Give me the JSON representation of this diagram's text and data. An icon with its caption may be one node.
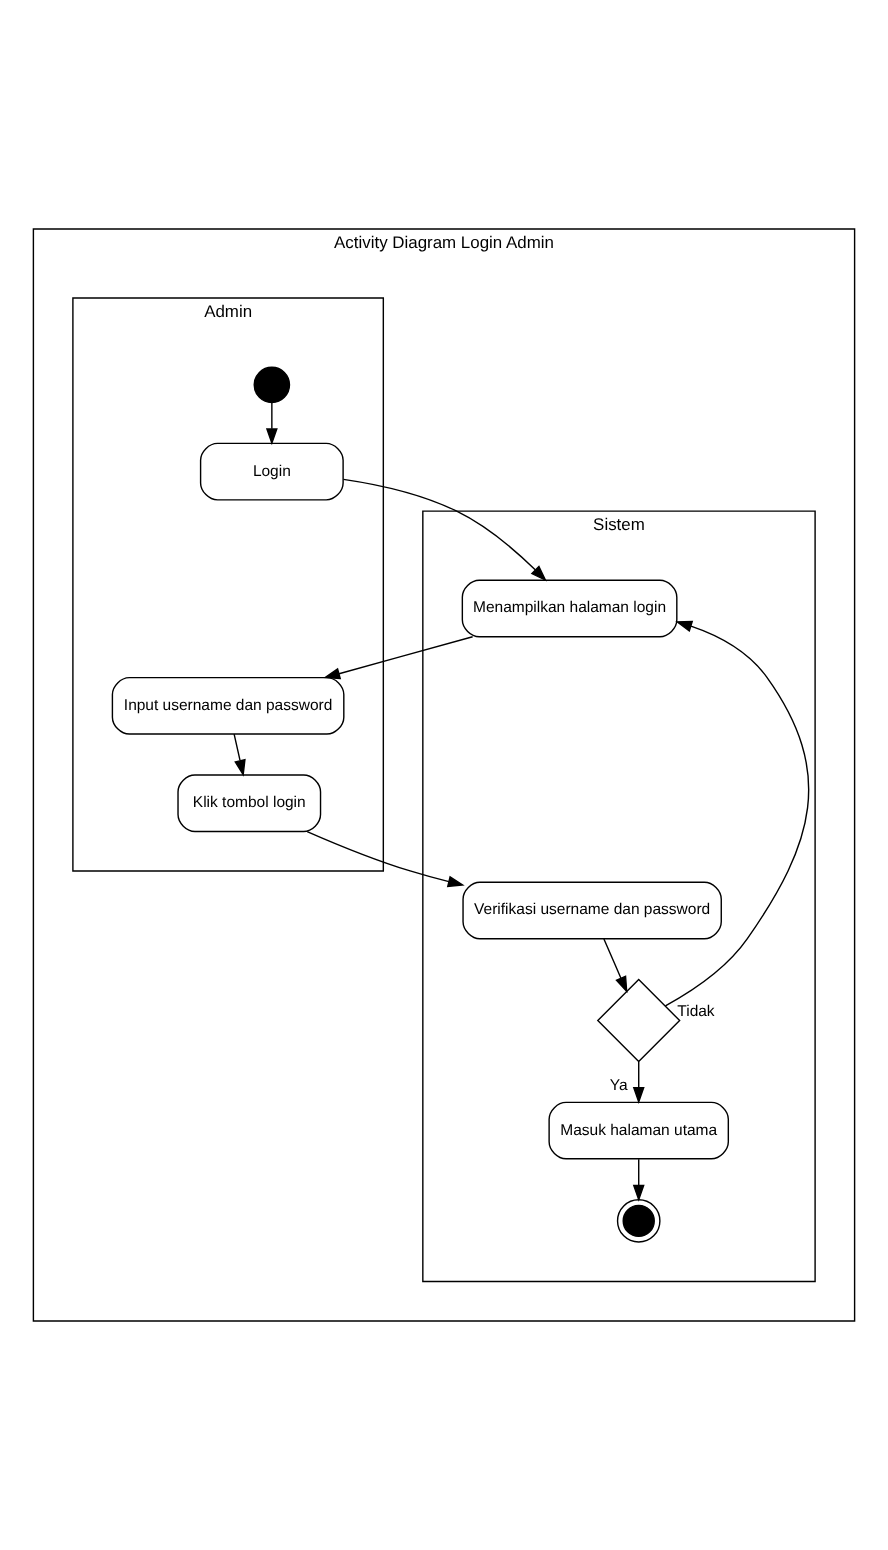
{
  "diagram": {
    "nodes": [
      {
        "text": [
          "Activity Diagram Login Admin"
        ]
      },
      {
        "text": [
          "Admin"
        ],
        "in": 0
      },
      {
        "text": [
          "Sistem"
        ],
        "in": 0
      },
      {
        "text": [],
        "shape": "circle",
        "in": 1
      },
      {
        "text": [
          "Login"
        ],
        "in": 1
      },
      {
        "text": [
          "Input username dan password"
        ],
        "in": 1
      },
      {
        "text": [
          "Klik tombol login"
        ],
        "in": 1
      },
      {
        "text": [
          "Menampilkan halaman login"
        ],
        "in": 2
      },
      {
        "text": [
          "Verifikasi username dan password"
        ],
        "in": 2
      },
      {
        "text": [],
        "shape": "diamond",
        "in": 2
      },
      {
        "text": [
          "Masuk halaman utama"
        ],
        "in": 2
      },
      {
        "text": [],
        "shape": "bullseye",
        "in": 2
      }
    ],
    "edges": [
      {
        "from": 3,
        "to": 4,
        "arrow": "to"
      },
      {
        "from": 4,
        "to": 7,
        "arrow": "to"
      },
      {
        "from": 7,
        "to": 5,
        "arrow": "to"
      },
      {
        "from": 5,
        "to": 6,
        "arrow": "to"
      },
      {
        "from": 6,
        "to": 8,
        "arrow": "to"
      },
      {
        "from": 8,
        "to": 9,
        "arrow": "to"
      },
      {
        "from": 9,
        "to": 7,
        "arrow": "to",
        "label": "Tidak"
      },
      {
        "from": 9,
        "to": 10,
        "arrow": "to",
        "label": "Ya"
      },
      {
        "from": 10,
        "to": 11,
        "arrow": "to"
      }
    ]
  }
}
